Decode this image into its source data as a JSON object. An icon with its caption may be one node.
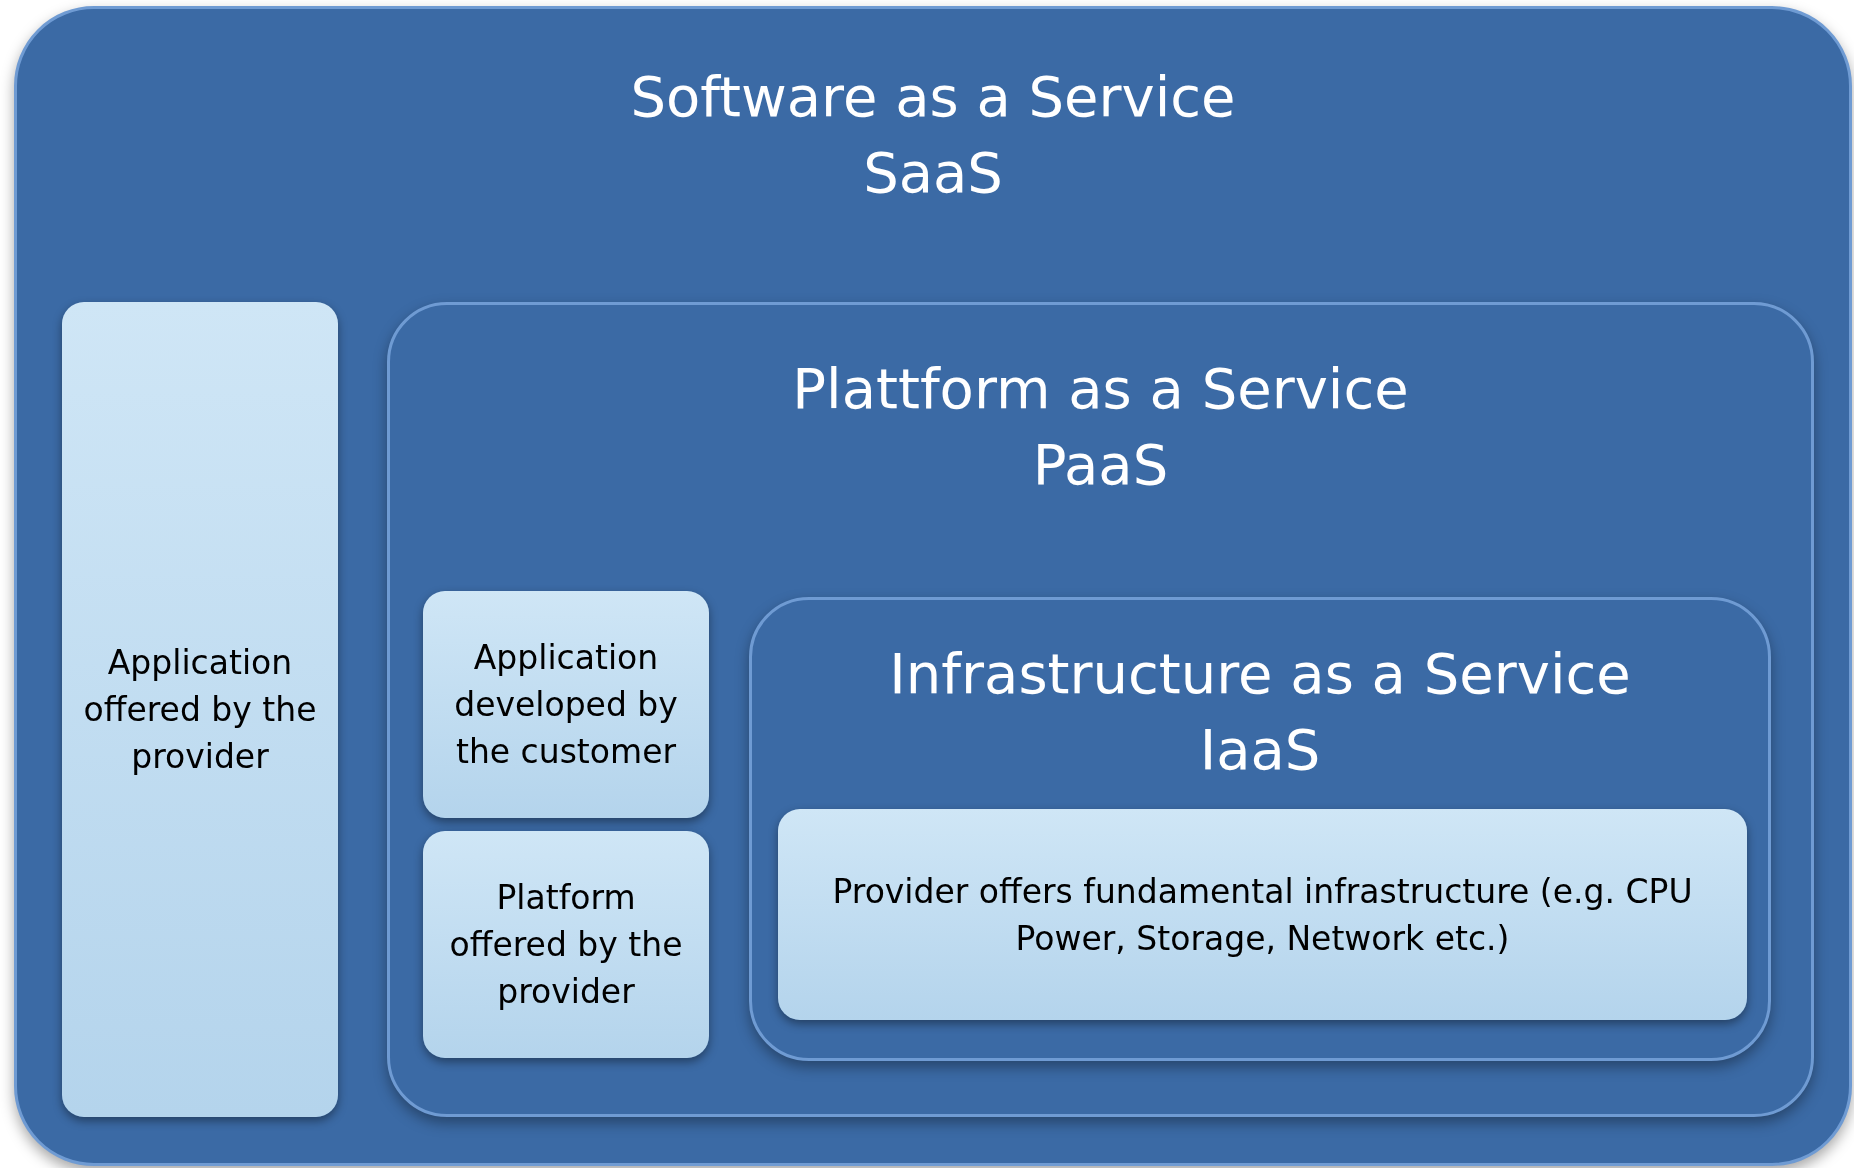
{
  "diagram": {
    "nodes": [
      {
        "text": [
          "Software as a Service",
          "SaaS"
        ]
      },
      {
        "text": [
          "Application offered by the provider"
        ],
        "in": 0
      },
      {
        "text": [
          "Plattform as a Service",
          "PaaS"
        ],
        "in": 0
      },
      {
        "text": [
          "Application developed by the customer"
        ],
        "in": 2
      },
      {
        "text": [
          "Platform offered by the provider"
        ],
        "in": 2
      },
      {
        "text": [
          "Infrastructure as a Service",
          "IaaS"
        ],
        "in": 2
      },
      {
        "text": [
          "Provider offers fundamental infrastructure (e.g. CPU Power, Storage, Network etc.)"
        ],
        "in": 5
      }
    ]
  }
}
